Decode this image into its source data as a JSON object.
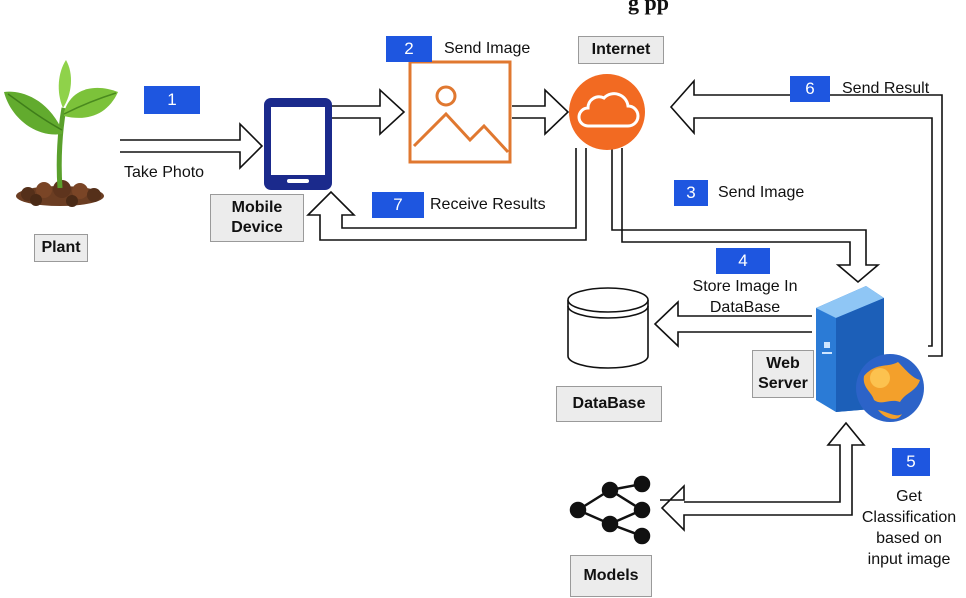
{
  "heading_partial": "g          pp",
  "nodes": {
    "plant": "Plant",
    "mobile_device": "Mobile\nDevice",
    "internet": "Internet",
    "web_server": "Web\nServer",
    "database": "DataBase",
    "models": "Models"
  },
  "steps": [
    {
      "num": "1",
      "label": "Take Photo"
    },
    {
      "num": "2",
      "label": "Send Image"
    },
    {
      "num": "3",
      "label": "Send Image"
    },
    {
      "num": "4",
      "label": "Store Image In\nDataBase"
    },
    {
      "num": "5",
      "label": "Get\nClassification\nbased on\ninput image"
    },
    {
      "num": "6",
      "label": "Send Result"
    },
    {
      "num": "7",
      "label": "Receive Results"
    }
  ],
  "colors": {
    "badge": "#1e56e0",
    "cloud": "#f26a22",
    "image_icon": "#e07830",
    "phone": "#1b2a8c",
    "server": "#2b7bd6"
  },
  "icons": [
    "plant-icon",
    "phone-icon",
    "image-icon",
    "cloud-icon",
    "server-icon",
    "globe-icon",
    "database-icon",
    "network-icon"
  ]
}
